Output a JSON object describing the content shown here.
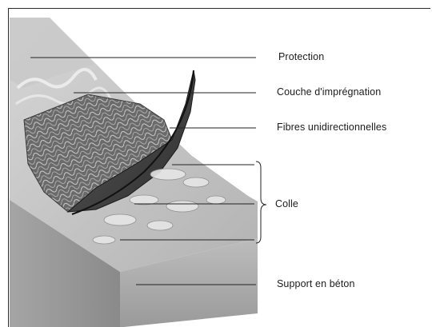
{
  "labels": {
    "protection": "Protection",
    "impregnation": "Couche d'imprégnation",
    "fibres": "Fibres unidirectionnelles",
    "colle": "Colle",
    "support": "Support en béton"
  }
}
